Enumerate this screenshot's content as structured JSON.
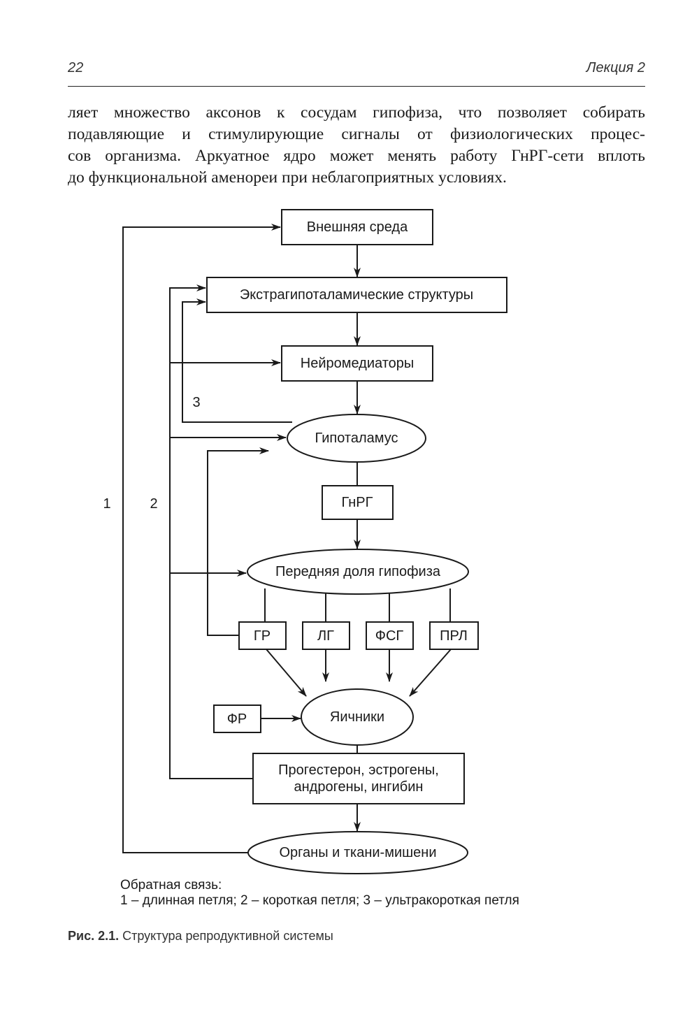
{
  "header": {
    "page_number": "22",
    "section": "Лекция 2"
  },
  "paragraph": {
    "lines": [
      "ляет множество аксонов к сосудам гипофиза, что позволяет собирать",
      "подавляющие и стимулирующие сигналы от физиологических процес-",
      "сов организма. Аркуатное ядро может менять работу ГнРГ-сети вплоть",
      "до функциональной аменореи при неблагоприятных условиях."
    ]
  },
  "diagram": {
    "nodes": {
      "external_env": "Внешняя среда",
      "extrahypothalamic": "Экстрагипоталамические структуры",
      "neurotransmitters": "Нейромедиаторы",
      "hypothalamus": "Гипоталамус",
      "gnrh": "ГнРГ",
      "anterior_pituitary": "Передняя доля гипофиза",
      "gr": "ГР",
      "lg": "ЛГ",
      "fsg": "ФСГ",
      "prl": "ПРЛ",
      "fr": "ФР",
      "ovaries": "Яичники",
      "hormones_line1": "Прогестерон, эстрогены,",
      "hormones_line2": "андрогены, ингибин",
      "target_organs": "Органы и ткани-мишени"
    },
    "loop_labels": {
      "long": "1",
      "short": "2",
      "ultrashort": "3"
    }
  },
  "legend": {
    "title": "Обратная связь:",
    "items": "1 – длинная петля; 2 – короткая петля; 3 – ультракороткая петля"
  },
  "caption": {
    "label": "Рис. 2.1.",
    "text": "Структура репродуктивной системы"
  }
}
